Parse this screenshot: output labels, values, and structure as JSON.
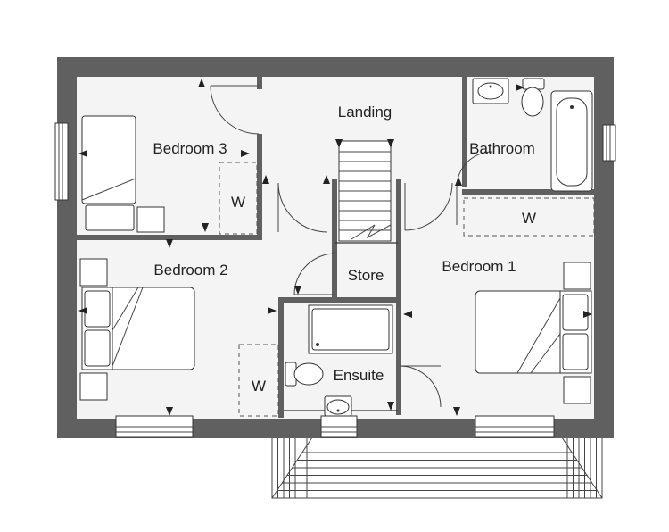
{
  "floorplan": {
    "colors": {
      "wall": "#606060",
      "floor": "#f4f4f4",
      "line": "#333333",
      "background": "#ffffff"
    },
    "rooms": {
      "landing": "Landing",
      "bedroom3": "Bedroom 3",
      "bathroom": "Bathroom",
      "bedroom2": "Bedroom 2",
      "bedroom1": "Bedroom 1",
      "store": "Store",
      "ensuite": "Ensuite"
    },
    "wardrobes": {
      "bedroom3": "W",
      "bathroom_side": "W",
      "bedroom2": "W"
    }
  }
}
